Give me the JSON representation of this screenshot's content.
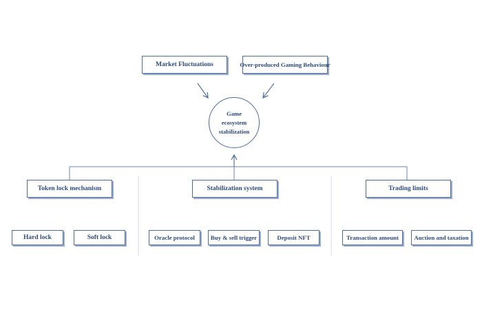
{
  "colors": {
    "line": "#4a6aa0",
    "text": "#2d4a7a",
    "shadow": "#9aafcf",
    "background": "#ffffff"
  },
  "inputs": {
    "market": "Market Fluctuations",
    "gaming": "Over-produced Gaming Behaviour"
  },
  "center": {
    "line1": "Game",
    "line2": "ecosystem",
    "line3": "stabilization"
  },
  "categories": [
    {
      "label": "Token lock mechanism",
      "children": [
        "Hard lock",
        "Soft lock"
      ]
    },
    {
      "label": "Stabilization system",
      "children": [
        "Oracle protocol",
        "Buy & sell trigger",
        "Deposit NFT"
      ]
    },
    {
      "label": "Trading limits",
      "children": [
        "Transaction amount",
        "Auction and taxation"
      ]
    }
  ]
}
